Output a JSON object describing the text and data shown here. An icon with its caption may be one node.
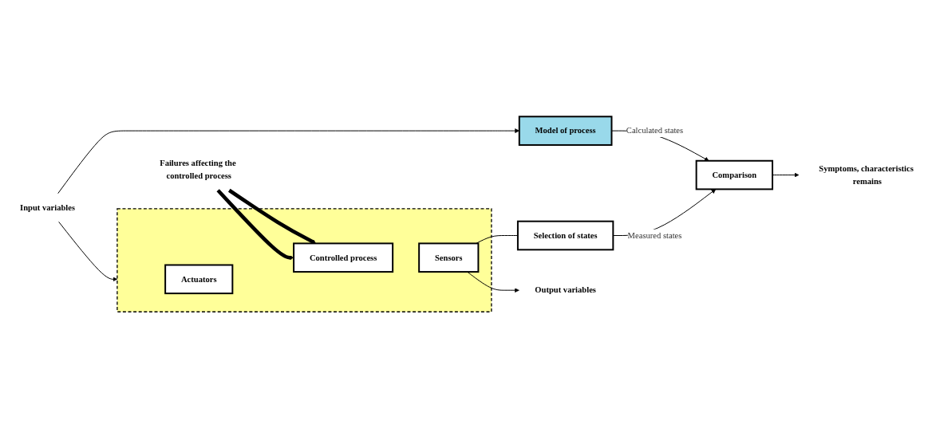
{
  "diagram": {
    "nodes": [
      {
        "text": [
          "Model of process"
        ]
      },
      {
        "text": [
          "Comparison"
        ]
      },
      {
        "text": [
          "Selection of states"
        ]
      },
      {
        "text": [],
        "shape": "box"
      },
      {
        "text": [
          "Actuators"
        ],
        "in": 3
      },
      {
        "text": [
          "Controlled process"
        ],
        "in": 3
      },
      {
        "text": [
          "Sensors"
        ],
        "in": 3
      },
      {
        "text": [
          "Input variables"
        ]
      },
      {
        "text": [
          "Output variables"
        ]
      },
      {
        "text": [
          "Symptoms, characteristics remains"
        ]
      },
      {
        "text": [
          "Failures affecting the controlled process"
        ]
      }
    ],
    "edges": [
      {
        "from": 7,
        "to": 0,
        "arrow": "to"
      },
      {
        "from": 7,
        "to": 3,
        "arrow": "to"
      },
      {
        "from": 0,
        "to": 1,
        "label": "Calculated states",
        "arrow": "to"
      },
      {
        "from": 6,
        "to": 8,
        "arrow": "to"
      },
      {
        "from": 6,
        "to": 2,
        "arrow": "none"
      },
      {
        "from": 2,
        "to": 1,
        "label": "Measured states",
        "arrow": "to"
      },
      {
        "from": 1,
        "to": 9,
        "arrow": "to"
      },
      {
        "from": 10,
        "to": 5,
        "arrow": "to",
        "style": "thick"
      },
      {
        "from": 10,
        "to": 5,
        "arrow": "to",
        "style": "thick"
      }
    ]
  }
}
